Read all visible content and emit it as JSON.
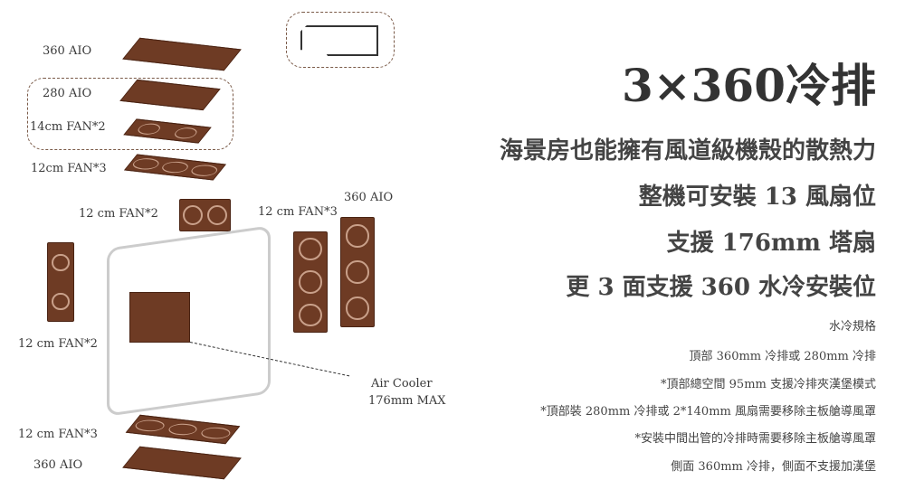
{
  "diagram": {
    "labels": {
      "top_360": "360 AIO",
      "aio_280": "280 AIO",
      "fan_14": "14cm FAN*2",
      "fan_12x3_top": "12cm FAN*3",
      "fan_12x2_front": "12 cm FAN*2",
      "fan_12x3_side": "12 cm FAN*3",
      "side_360": "360 AIO",
      "fan_12x2_left": "12 cm FAN*2",
      "air_cooler": "Air Cooler",
      "air_cooler_max": "176mm MAX",
      "fan_12x3_bottom": "12 cm FAN*3",
      "bottom_360": "360 AIO"
    },
    "colors": {
      "component": "#6e3b24",
      "text": "#333333"
    }
  },
  "headline": "3×360冷排",
  "features": [
    "海景房也能擁有風道級機殼的散熱力",
    "整機可安裝 13 風扇位",
    "支援 176mm 塔扇",
    "更 3 面支援 360 水冷安裝位"
  ],
  "spec_title": "水冷規格",
  "specs": [
    "頂部 360mm 冷排或 280mm 冷排",
    "*頂部總空間 95mm 支援冷排夾漢堡模式",
    "*頂部裝 280mm 冷排或 2*140mm 風扇需要移除主板艙導風罩",
    "*安裝中間出管的冷排時需要移除主板艙導風罩",
    "側面 360mm 冷排，側面不支援加漢堡"
  ]
}
